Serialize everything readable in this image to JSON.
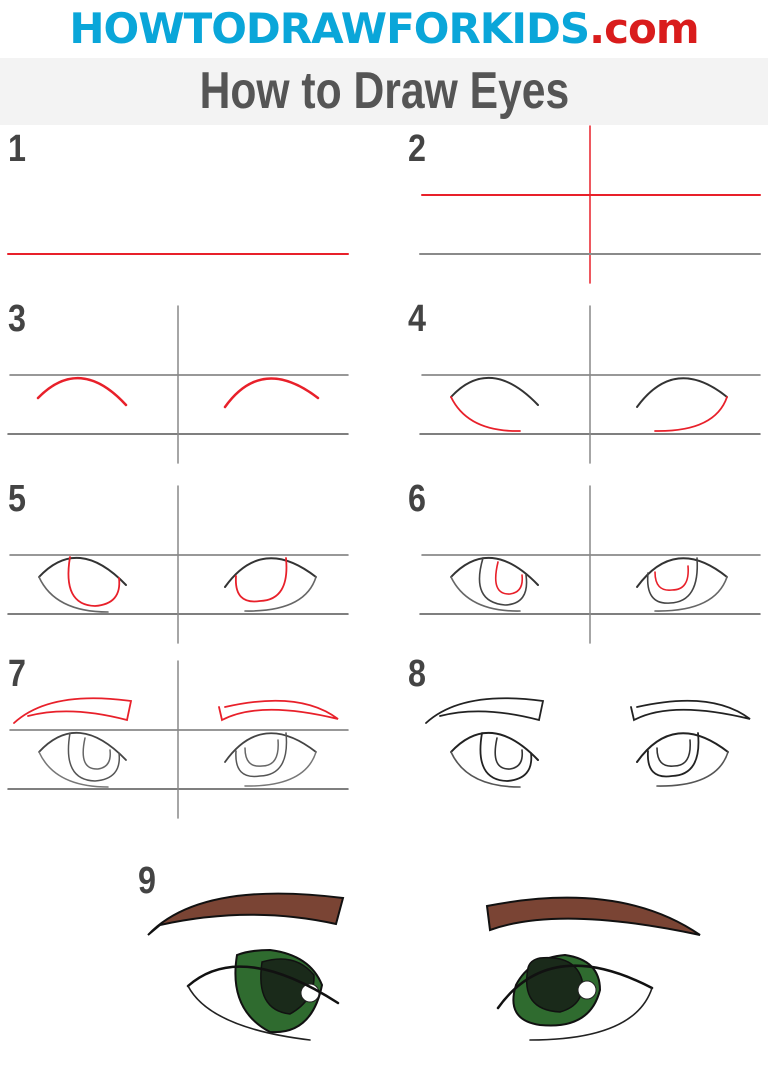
{
  "header": {
    "brand_main": "HOWTODRAWFORKIDS",
    "brand_tld": ".com",
    "title": "How to Draw Eyes",
    "colors": {
      "brand_blue": "#0aa6d9",
      "brand_red": "#d91c1c",
      "title_gray": "#555555",
      "title_bg": "#f3f3f3"
    }
  },
  "steps": [
    {
      "number": "1"
    },
    {
      "number": "2"
    },
    {
      "number": "3"
    },
    {
      "number": "4"
    },
    {
      "number": "5"
    },
    {
      "number": "6"
    },
    {
      "number": "7"
    },
    {
      "number": "8"
    },
    {
      "number": "9"
    }
  ],
  "palette": {
    "guide_red": "#e8202a",
    "guide_gray": "#8a8a8a",
    "line_black": "#222222",
    "iris_green": "#2f6b2f",
    "pupil_dark": "#1a2a1a",
    "brow_brown": "#7a4434"
  }
}
